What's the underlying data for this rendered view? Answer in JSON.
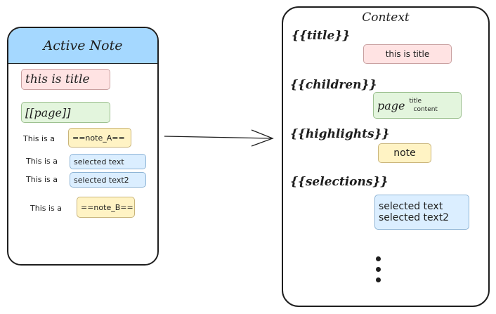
{
  "active_note": {
    "title": "Active Note",
    "page_title": "this is title",
    "page_link": "[[page]]",
    "lines": [
      {
        "prefix": "This is a",
        "chip": "==note_A=="
      },
      {
        "prefix": "This is a",
        "chip": "selected text"
      },
      {
        "prefix": "This is a",
        "chip": "selected text2"
      },
      {
        "prefix": "This is a",
        "chip": "==note_B=="
      }
    ]
  },
  "context": {
    "title": "Context",
    "title_var": "{{title}}",
    "title_value": "this is title",
    "children_var": "{{children}}",
    "children_page": "page",
    "children_title": "title",
    "children_content": "content",
    "highlights_var": "{{highlights}}",
    "highlights_value": "note",
    "selections_var": "{{selections}}",
    "selections_values": [
      "selected text",
      "selected text2"
    ]
  },
  "colors": {
    "header_blue": "#a5d8ff",
    "title_red": "#ffe3e3",
    "link_green": "#e3f5dd",
    "note_yellow": "#fff3c4",
    "selection_blue": "#dbeeff"
  }
}
